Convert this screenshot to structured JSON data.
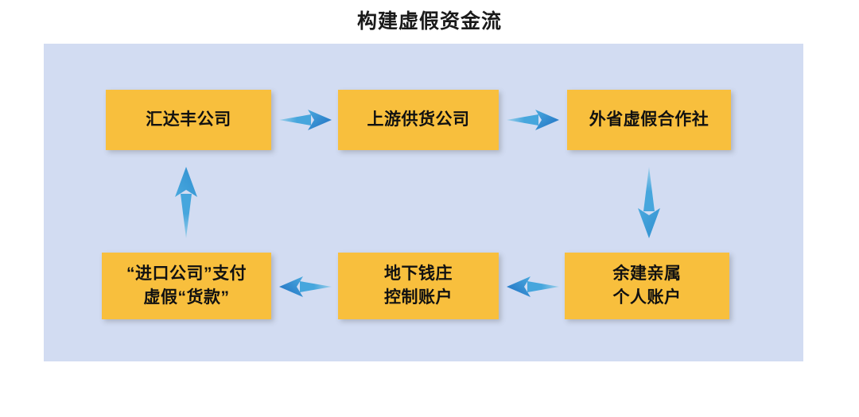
{
  "title": "构建虚假资金流",
  "panel": {
    "background_color": "#d2dcf2"
  },
  "theme": {
    "node_fill": "#f8bf3d",
    "node_text": "#111111",
    "arrow_light": "#5bb6e0",
    "arrow_dark": "#2079c8",
    "title_color": "#1a1a1a",
    "page_background": "#ffffff"
  },
  "nodes": [
    {
      "id": "huidafeng",
      "lines": [
        "汇达丰公司"
      ],
      "row": "top",
      "col": 1
    },
    {
      "id": "upstream",
      "lines": [
        "上游供货公司"
      ],
      "row": "top",
      "col": 2
    },
    {
      "id": "coop",
      "lines": [
        "外省虚假合作社"
      ],
      "row": "top",
      "col": 3
    },
    {
      "id": "import",
      "lines": [
        "“进口公司”支付",
        "虚假“货款”"
      ],
      "row": "bottom",
      "col": 1
    },
    {
      "id": "underground",
      "lines": [
        "地下钱庄",
        "控制账户"
      ],
      "row": "bottom",
      "col": 2
    },
    {
      "id": "relatives",
      "lines": [
        "余建亲属",
        "个人账户"
      ],
      "row": "bottom",
      "col": 3
    }
  ],
  "arrows": [
    {
      "id": "huidafeng-upstream",
      "from": "汇达丰公司",
      "to": "上游供货公司",
      "direction": "right"
    },
    {
      "id": "upstream-coop",
      "from": "上游供货公司",
      "to": "外省虚假合作社",
      "direction": "right"
    },
    {
      "id": "coop-relatives",
      "from": "外省虚假合作社",
      "to": "余建亲属个人账户",
      "direction": "down"
    },
    {
      "id": "relatives-underground",
      "from": "余建亲属个人账户",
      "to": "地下钱庄控制账户",
      "direction": "left"
    },
    {
      "id": "underground-import",
      "from": "地下钱庄控制账户",
      "to": "“进口公司”支付虚假“货款”",
      "direction": "left"
    },
    {
      "id": "import-huidafeng",
      "from": "“进口公司”支付虚假“货款”",
      "to": "汇达丰公司",
      "direction": "up"
    }
  ],
  "flow_chart": {
    "type": "cycle-diagram",
    "step_count": 6,
    "sequence": [
      "汇达丰公司",
      "上游供货公司",
      "外省虚假合作社",
      "余建亲属\n个人账户",
      "地下钱庄\n控制账户",
      "“进口公司”支付\n虚假“货款”"
    ]
  }
}
